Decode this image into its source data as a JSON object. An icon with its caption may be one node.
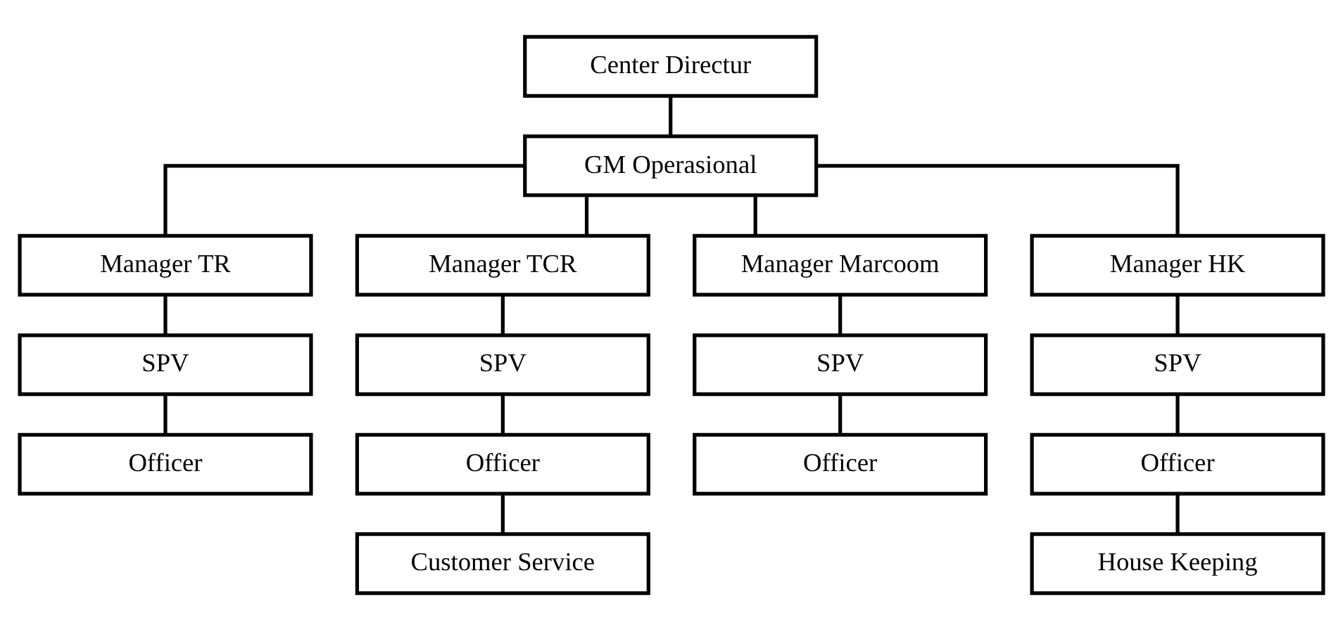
{
  "diagram": {
    "nodes": [
      {
        "text": [
          "Center Directur"
        ]
      },
      {
        "text": [
          "GM Operasional"
        ]
      },
      {
        "text": [
          "Manager TR"
        ]
      },
      {
        "text": [
          "Manager TCR"
        ]
      },
      {
        "text": [
          "Manager Marcoom"
        ]
      },
      {
        "text": [
          "Manager HK"
        ]
      },
      {
        "text": [
          "SPV"
        ]
      },
      {
        "text": [
          "SPV"
        ]
      },
      {
        "text": [
          "SPV"
        ]
      },
      {
        "text": [
          "SPV"
        ]
      },
      {
        "text": [
          "Officer"
        ]
      },
      {
        "text": [
          "Officer"
        ]
      },
      {
        "text": [
          "Officer"
        ]
      },
      {
        "text": [
          "Officer"
        ]
      },
      {
        "text": [
          "Customer Service"
        ]
      },
      {
        "text": [
          "House Keeping"
        ]
      }
    ],
    "edges": [
      {
        "from": 0,
        "to": 1,
        "arrow": "none"
      },
      {
        "from": 1,
        "to": 2,
        "arrow": "none"
      },
      {
        "from": 1,
        "to": 3,
        "arrow": "none"
      },
      {
        "from": 1,
        "to": 4,
        "arrow": "none"
      },
      {
        "from": 1,
        "to": 5,
        "arrow": "none"
      },
      {
        "from": 2,
        "to": 6,
        "arrow": "none"
      },
      {
        "from": 3,
        "to": 7,
        "arrow": "none"
      },
      {
        "from": 4,
        "to": 8,
        "arrow": "none"
      },
      {
        "from": 5,
        "to": 9,
        "arrow": "none"
      },
      {
        "from": 6,
        "to": 10,
        "arrow": "none"
      },
      {
        "from": 7,
        "to": 11,
        "arrow": "none"
      },
      {
        "from": 8,
        "to": 12,
        "arrow": "none"
      },
      {
        "from": 9,
        "to": 13,
        "arrow": "none"
      },
      {
        "from": 11,
        "to": 14,
        "arrow": "none"
      },
      {
        "from": 13,
        "to": 15,
        "arrow": "none"
      }
    ]
  }
}
